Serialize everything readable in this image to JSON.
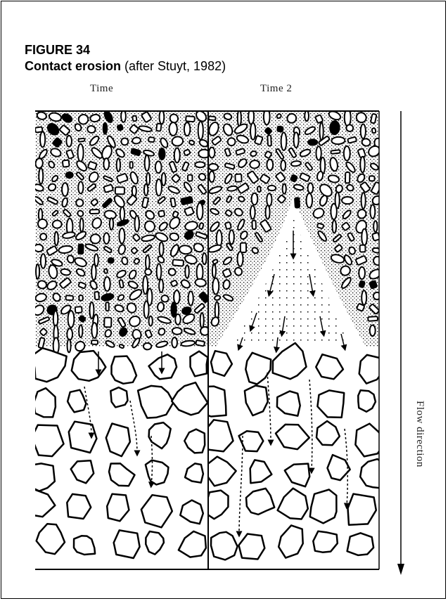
{
  "figure": {
    "number": "FIGURE 34",
    "title_bold": "Contact erosion",
    "title_rest": " (after Stuyt, 1982)"
  },
  "panels": [
    {
      "label": "Time"
    },
    {
      "label": "Time 2"
    }
  ],
  "flow_label": "Flow direction"
}
